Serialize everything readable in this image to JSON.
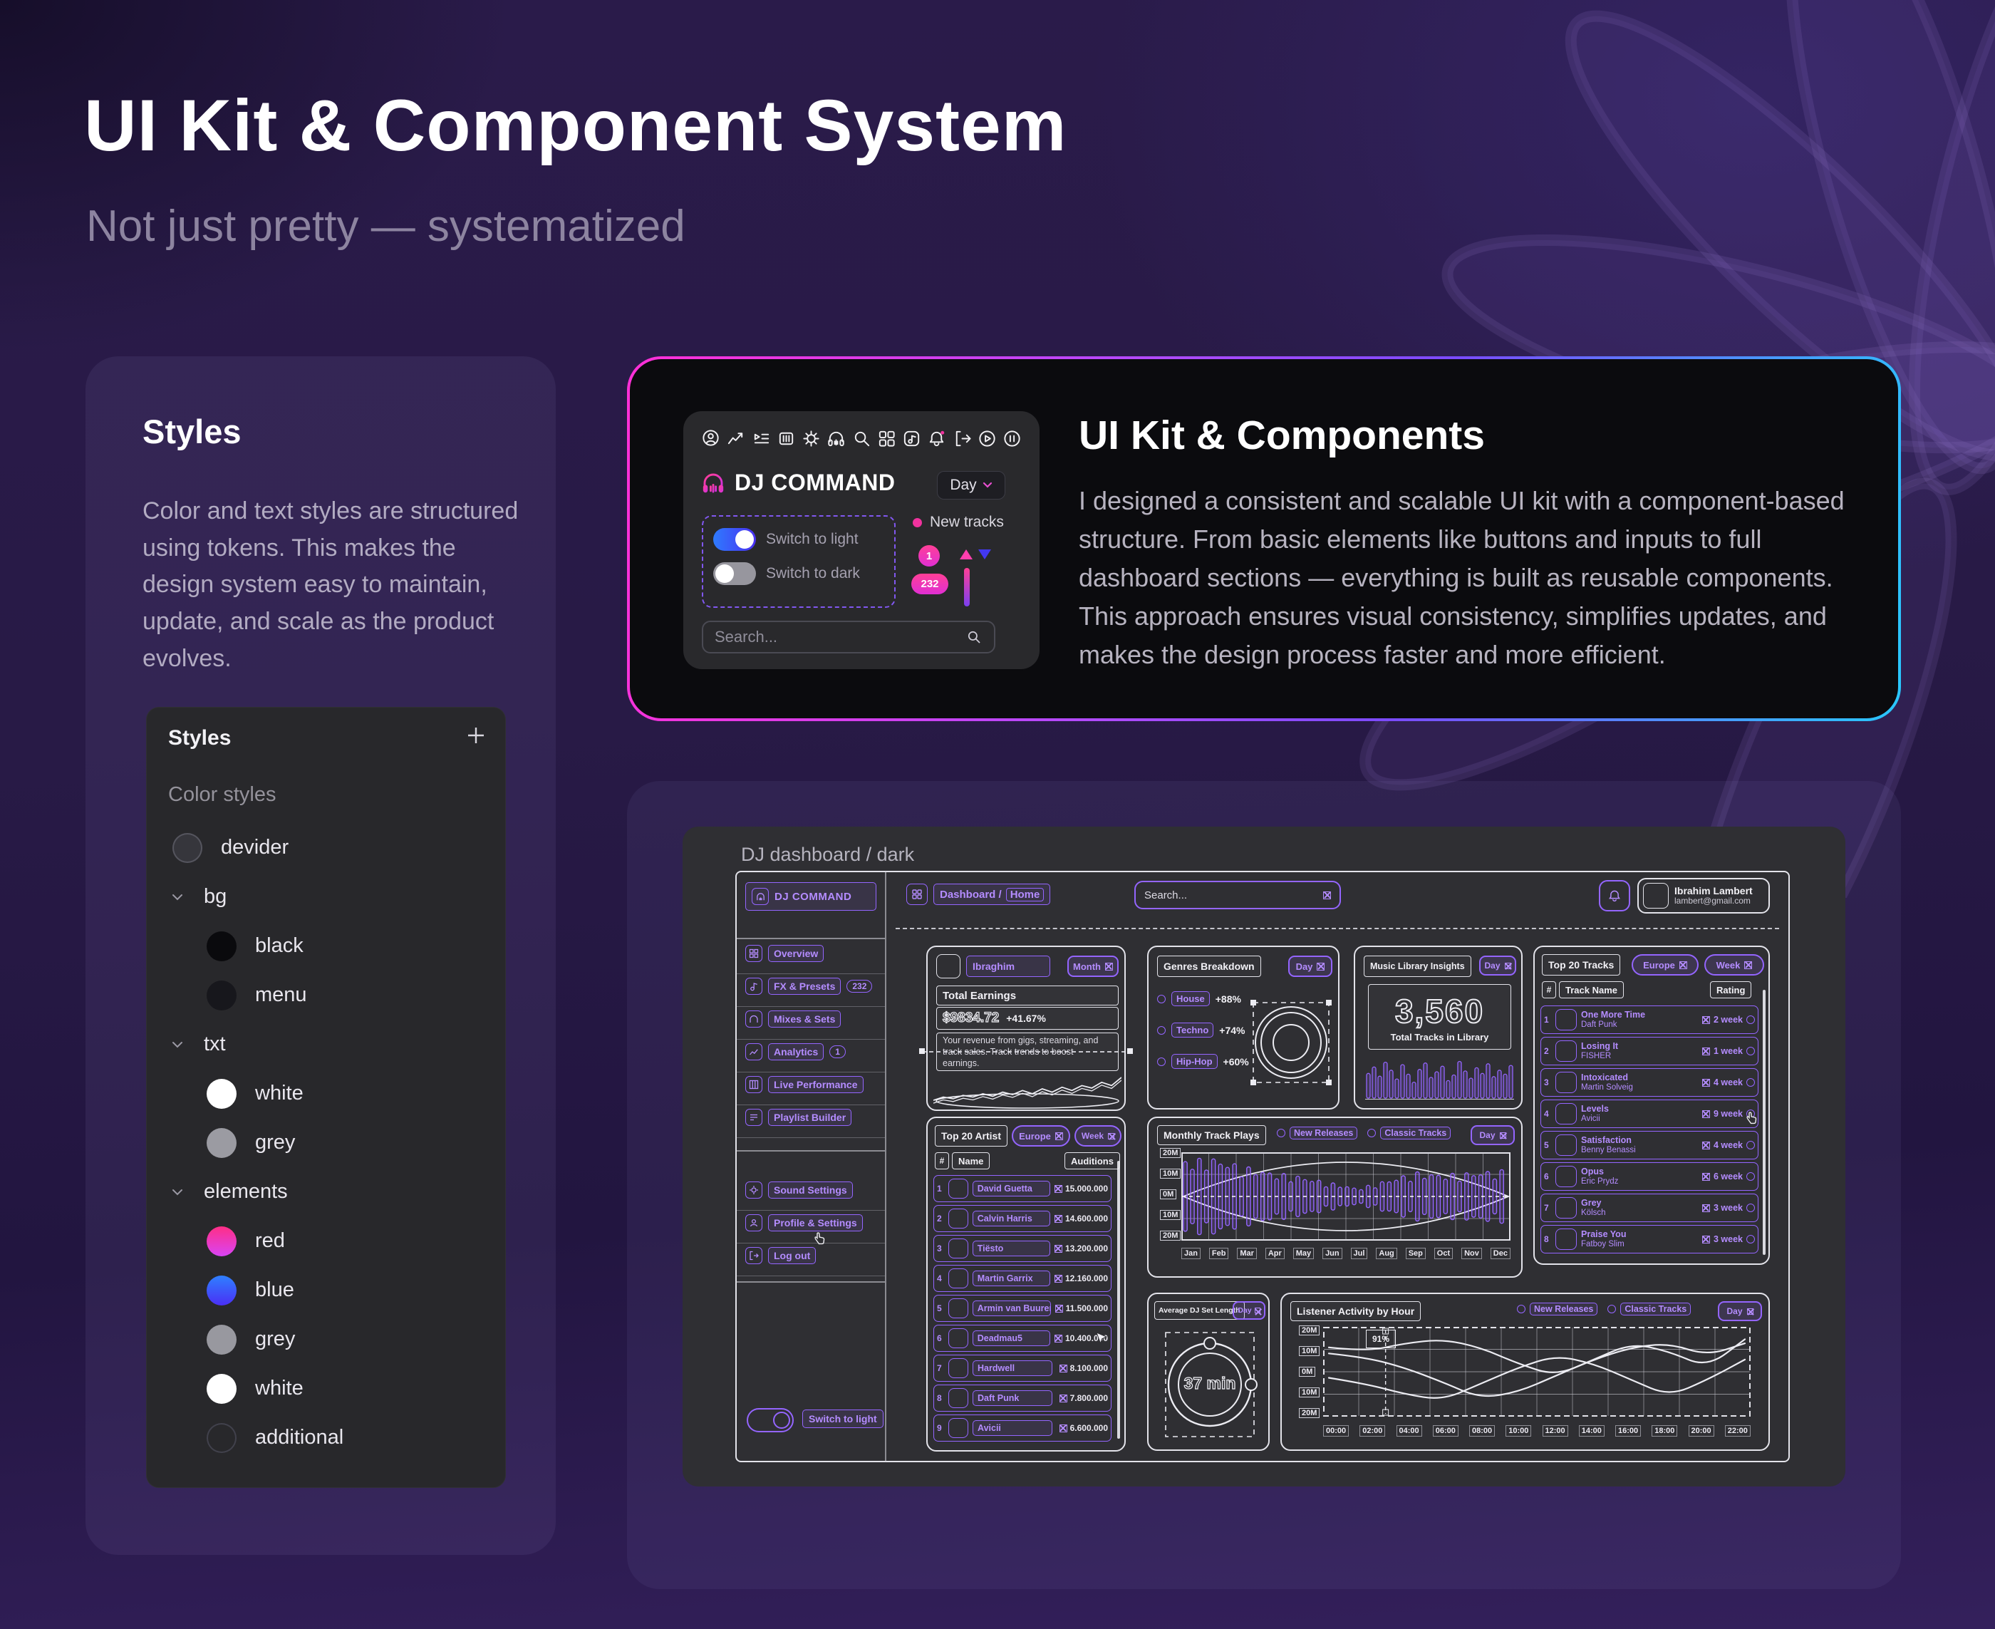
{
  "page": {
    "title": "UI Kit & Component System",
    "subtitle": "Not just pretty — systematized"
  },
  "colors": {
    "accent_pink": "#f0329e",
    "accent_magenta": "#e02fd4",
    "accent_blue": "#2e7bff",
    "wire_purple": "#9465ff",
    "card_border_gradient": [
      "#ff2fd6",
      "#b04bff",
      "#29c8ff"
    ]
  },
  "styles_section": {
    "heading": "Styles",
    "description": "Color and text styles are structured using tokens. This makes the design system easy to maintain, update, and scale as the product evolves.",
    "panel": {
      "title": "Styles",
      "group_label": "Color styles",
      "items": [
        {
          "label": "devider",
          "type": "swatch",
          "color": "#36363c",
          "ring": "#55555e",
          "indent": 0
        },
        {
          "label": "bg",
          "type": "group"
        },
        {
          "label": "black",
          "type": "swatch",
          "color": "#0a0a0d",
          "indent": 1
        },
        {
          "label": "menu",
          "type": "swatch",
          "color": "#17171c",
          "indent": 1
        },
        {
          "label": "txt",
          "type": "group"
        },
        {
          "label": "white",
          "type": "swatch",
          "color": "#ffffff",
          "indent": 1
        },
        {
          "label": "grey",
          "type": "swatch",
          "color": "#9b9ba2",
          "indent": 1
        },
        {
          "label": "elements",
          "type": "group"
        },
        {
          "label": "red",
          "type": "swatch",
          "gradient": [
            "#ff2e86",
            "#d944f5"
          ],
          "indent": 1
        },
        {
          "label": "blue",
          "type": "swatch",
          "gradient": [
            "#2f80ff",
            "#4a2ff5"
          ],
          "indent": 1
        },
        {
          "label": "grey",
          "type": "swatch",
          "color": "#98989f",
          "indent": 1
        },
        {
          "label": "white",
          "type": "swatch",
          "color": "#ffffff",
          "indent": 1
        },
        {
          "label": "additional",
          "type": "swatch",
          "color": "transparent",
          "ring": "#41414c",
          "indent": 1
        }
      ]
    }
  },
  "showcase": {
    "heading": "UI Kit & Components",
    "description": "I designed a consistent and scalable UI kit with a component-based structure. From basic elements like buttons and inputs to full dashboard sections — everything is built as reusable components. This approach ensures visual consistency, simplifies updates, and makes the design process faster and more efficient.",
    "mini": {
      "brand": "DJ COMMAND",
      "day_select": "Day",
      "toggle_light": "Switch to light",
      "toggle_dark": "Switch to dark",
      "new_tracks": "New tracks",
      "badge_one": "1",
      "badge_many": "232",
      "search_placeholder": "Search...",
      "icons": [
        "user-icon",
        "trend-icon",
        "playlist-icon",
        "library-icon",
        "gear-icon",
        "headphones-icon",
        "search-icon",
        "grid-icon",
        "music-note-icon",
        "bell-icon",
        "logout-icon",
        "play-icon",
        "pause-icon"
      ]
    }
  },
  "wireframe": {
    "label": "DJ dashboard / dark",
    "sidebar": {
      "brand": "DJ COMMAND",
      "items": [
        {
          "label": "Overview",
          "icon": "grid-icon"
        },
        {
          "label": "FX & Presets",
          "icon": "music-note-icon",
          "badge": "232"
        },
        {
          "label": "Mixes & Sets",
          "icon": "headphones-icon"
        },
        {
          "label": "Analytics",
          "icon": "chart-icon",
          "badge": "1"
        },
        {
          "label": "Live Performance",
          "icon": "columns-icon"
        },
        {
          "label": "Playlist Builder",
          "icon": "playlist-icon"
        },
        {
          "label": "Sound Settings",
          "icon": "gear-icon"
        },
        {
          "label": "Profile & Settings",
          "icon": "user-icon"
        },
        {
          "label": "Log out",
          "icon": "logout-icon"
        }
      ],
      "theme_toggle": "Switch to light"
    },
    "topbar": {
      "breadcrumb_prefix": "Dashboard /",
      "breadcrumb_current": "Home",
      "search_placeholder": "Search...",
      "user_name": "Ibrahim Lambert",
      "user_email": "lambert@gmail.com"
    },
    "earnings": {
      "user": "Ibraghim",
      "period": "Month",
      "title": "Total Earnings",
      "amount": "$9834.72",
      "delta": "+41.67%",
      "note": "Your revenue from gigs, streaming, and track sales. Track trends to boost earnings."
    },
    "genres": {
      "title": "Genres Breakdown",
      "period": "Day",
      "rows": [
        {
          "label": "House",
          "value": "+88%"
        },
        {
          "label": "Techno",
          "value": "+74%"
        },
        {
          "label": "Hip-Hop",
          "value": "+60%"
        }
      ]
    },
    "library": {
      "title": "Music Library Insights",
      "period": "Day",
      "total": "3,560",
      "total_label": "Total Tracks in Library"
    },
    "top_tracks": {
      "title": "Top 20 Tracks",
      "region": "Europe",
      "period": "Week",
      "col_num": "#",
      "col_name": "Track Name",
      "col_rating": "Rating",
      "rows": [
        {
          "num": "1",
          "track": "One More Time",
          "artist": "Daft Punk",
          "rating": "2 week"
        },
        {
          "num": "2",
          "track": "Losing It",
          "artist": "FISHER",
          "rating": "1 week"
        },
        {
          "num": "3",
          "track": "Intoxicated",
          "artist": "Martin Solveig",
          "rating": "4 week"
        },
        {
          "num": "4",
          "track": "Levels",
          "artist": "Avicii",
          "rating": "9 week"
        },
        {
          "num": "5",
          "track": "Satisfaction",
          "artist": "Benny Benassi",
          "rating": "4 week"
        },
        {
          "num": "6",
          "track": "Opus",
          "artist": "Eric Prydz",
          "rating": "6 week"
        },
        {
          "num": "7",
          "track": "Grey",
          "artist": "Kölsch",
          "rating": "3 week"
        },
        {
          "num": "8",
          "track": "Praise You",
          "artist": "Fatboy Slim",
          "rating": "3 week"
        }
      ]
    },
    "top_artists": {
      "title": "Top 20 Artist",
      "region": "Europe",
      "period": "Week",
      "col_num": "#",
      "col_name": "Name",
      "col_auditions": "Auditions",
      "rows": [
        {
          "num": "1",
          "name": "David Guetta",
          "auditions": "15.000.000"
        },
        {
          "num": "2",
          "name": "Calvin Harris",
          "auditions": "14.600.000"
        },
        {
          "num": "3",
          "name": "Tiësto",
          "auditions": "13.200.000"
        },
        {
          "num": "4",
          "name": "Martin Garrix",
          "auditions": "12.160.000"
        },
        {
          "num": "5",
          "name": "Armin van Buuren",
          "auditions": "11.500.000"
        },
        {
          "num": "6",
          "name": "Deadmau5",
          "auditions": "10.400.000"
        },
        {
          "num": "7",
          "name": "Hardwell",
          "auditions": "8.100.000"
        },
        {
          "num": "8",
          "name": "Daft Punk",
          "auditions": "7.800.000"
        },
        {
          "num": "9",
          "name": "Avicii",
          "auditions": "6.600.000"
        }
      ]
    },
    "monthly": {
      "title": "Monthly Track Plays",
      "legend": [
        "New Releases",
        "Classic Tracks"
      ],
      "period": "Day"
    },
    "set_length": {
      "title": "Average DJ Set Length",
      "period": "Day",
      "value": "37 min"
    },
    "listener": {
      "title": "Listener Activity by Hour",
      "legend": [
        "New Releases",
        "Classic Tracks"
      ],
      "period": "Day",
      "tooltip": "91%"
    }
  },
  "chart_data": [
    {
      "type": "line",
      "title": "Total Earnings",
      "values": [
        3,
        5,
        4,
        6,
        5,
        7,
        5.5,
        8,
        6.5,
        9,
        7,
        10,
        8,
        11,
        9,
        12,
        10.5,
        14,
        12,
        17
      ]
    },
    {
      "type": "pie",
      "title": "Genres Breakdown",
      "categories": [
        "House",
        "Techno",
        "Hip-Hop"
      ],
      "values": [
        88,
        74,
        60
      ]
    },
    {
      "type": "bar",
      "title": "Music Library Insights",
      "values": [
        62,
        78,
        55,
        90,
        70,
        48,
        84,
        60,
        40,
        72,
        88,
        52,
        66,
        80,
        44,
        58,
        92,
        68,
        50,
        76,
        62,
        86,
        54,
        70,
        60,
        82
      ],
      "annotation": "3,560 Total Tracks in Library"
    },
    {
      "type": "bar",
      "title": "Monthly Track Plays",
      "categories": [
        "Jan",
        "Feb",
        "Mar",
        "Apr",
        "May",
        "Jun",
        "Jul",
        "Aug",
        "Sep",
        "Oct",
        "Nov",
        "Dec"
      ],
      "style": "mirrored-waveform",
      "ylim": [
        -20,
        20
      ],
      "y_ticks": [
        "20M",
        "10M",
        "0M",
        "10M",
        "20M"
      ],
      "amplitudes": [
        18,
        19,
        15,
        12,
        10,
        7,
        4,
        8,
        12,
        11,
        12,
        13
      ],
      "series": [
        {
          "name": "New Releases",
          "values": [
            18,
            19,
            15,
            12,
            10,
            7,
            4,
            8,
            12,
            11,
            12,
            13
          ]
        },
        {
          "name": "Classic Tracks",
          "values": [
            16,
            17,
            14,
            11,
            9,
            6,
            4,
            9,
            11,
            10,
            11,
            12
          ]
        }
      ]
    },
    {
      "type": "pie",
      "title": "Average DJ Set Length",
      "categories": [
        "Set length"
      ],
      "values": [
        37
      ],
      "unit": "min"
    },
    {
      "type": "line",
      "title": "Listener Activity by Hour",
      "x": [
        "00:00",
        "02:00",
        "04:00",
        "06:00",
        "08:00",
        "10:00",
        "12:00",
        "14:00",
        "16:00",
        "18:00",
        "20:00",
        "22:00"
      ],
      "ylim": [
        -20,
        20
      ],
      "y_ticks": [
        "20M",
        "10M",
        "0M",
        "10M",
        "20M"
      ],
      "series": [
        {
          "name": "New Releases",
          "values": [
            9,
            7,
            2,
            -5,
            -13,
            -10,
            -2,
            6,
            12,
            14,
            8,
            14
          ]
        },
        {
          "name": "Classic Tracks",
          "values": [
            -3,
            -6,
            -11,
            -14,
            -6,
            2,
            8,
            4,
            -4,
            -12,
            -4,
            6
          ]
        },
        {
          "name": "",
          "values": [
            12,
            10,
            14,
            16,
            12,
            4,
            -2,
            6,
            14,
            10,
            2,
            16
          ]
        }
      ],
      "annotation": {
        "x": "03:00",
        "label": "91%"
      }
    }
  ]
}
